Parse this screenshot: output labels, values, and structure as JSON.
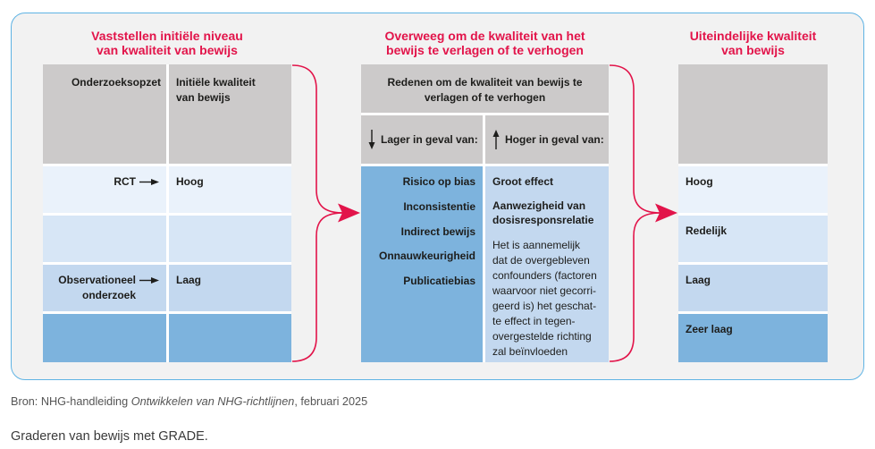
{
  "colors": {
    "accent": "#e2144a",
    "panel_border": "#5fb3e4",
    "panel_bg": "#f2f2f2",
    "header_cell": "#cccaca",
    "level_1": "#eaf2fb",
    "level_2": "#d7e6f6",
    "level_3": "#c3d8ef",
    "level_4": "#7db3dd"
  },
  "icons": {
    "flow": "curved-arrow-icon",
    "design": "arrow-right-icon",
    "lower": "arrow-down-icon",
    "higher": "arrow-up-icon"
  },
  "initial": {
    "title": [
      "Vaststellen initiële niveau",
      "van kwaliteit van bewijs"
    ],
    "design_header": "Onderzoeksopzet",
    "quality_header": [
      "Initiële kwaliteit",
      "van bewijs"
    ],
    "rows": [
      {
        "design": [
          "RCT"
        ],
        "quality": "Hoog"
      },
      {
        "design": [
          "Observationeel",
          "onderzoek"
        ],
        "quality": "Laag"
      }
    ]
  },
  "adjust": {
    "title": [
      "Overweeg om de kwaliteit van het",
      "bewijs te verlagen of te verhogen"
    ],
    "header": [
      "Redenen om de kwaliteit van bewijs te",
      "verlagen of te verhogen"
    ],
    "lower_label": "Lager in geval van:",
    "higher_label": "Hoger in geval van:",
    "lower_factors": [
      "Risico op bias",
      "Inconsistentie",
      "Indirect bewijs",
      "Onnauwkeurigheid",
      "Publicatiebias"
    ],
    "higher_factors": [
      [
        "Groot effect"
      ],
      [
        "Aanwezigheid van",
        "dosisresponsrelatie"
      ]
    ],
    "higher_note": [
      "Het is aannemelijk",
      "dat de overgebleven",
      "confounders (factoren",
      "waarvoor niet gecorri-",
      "geerd is) het geschat-",
      "te effect in tegen-",
      "overgestelde richting",
      "zal beïnvloeden"
    ]
  },
  "final": {
    "title": [
      "Uiteindelijke kwaliteit",
      "van bewijs"
    ],
    "levels": [
      "Hoog",
      "Redelijk",
      "Laag",
      "Zeer laag"
    ]
  },
  "source": {
    "prefix": "Bron: NHG-handleiding ",
    "title": "Ontwikkelen van NHG-richtlijnen",
    "suffix": ", februari 2025"
  },
  "caption": "Graderen van bewijs met GRADE."
}
